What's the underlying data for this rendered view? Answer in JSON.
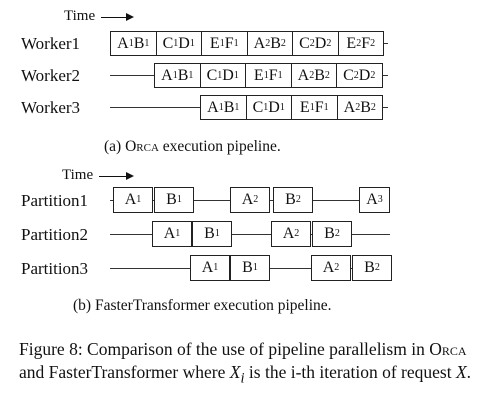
{
  "top": {
    "time_label": "Time",
    "workers": [
      {
        "label": "Worker1",
        "cells": [
          [
            "A",
            "1",
            "B",
            "1"
          ],
          [
            "C",
            "1",
            "D",
            "1"
          ],
          [
            "E",
            "1",
            "F",
            "1"
          ],
          [
            "A",
            "2",
            "B",
            "2"
          ],
          [
            "C",
            "2",
            "D",
            "2"
          ],
          [
            "E",
            "2",
            "F",
            "2"
          ]
        ]
      },
      {
        "label": "Worker2",
        "cells": [
          [
            "A",
            "1",
            "B",
            "1"
          ],
          [
            "C",
            "1",
            "D",
            "1"
          ],
          [
            "E",
            "1",
            "F",
            "1"
          ],
          [
            "A",
            "2",
            "B",
            "2"
          ],
          [
            "C",
            "2",
            "D",
            "2"
          ]
        ]
      },
      {
        "label": "Worker3",
        "cells": [
          [
            "A",
            "1",
            "B",
            "1"
          ],
          [
            "C",
            "1",
            "D",
            "1"
          ],
          [
            "E",
            "1",
            "F",
            "1"
          ],
          [
            "A",
            "2",
            "B",
            "2"
          ]
        ]
      }
    ],
    "caption_prefix": "(a) ",
    "caption_name": "Orca",
    "caption_suffix": " execution pipeline."
  },
  "bottom": {
    "time_label": "Time",
    "partitions": [
      {
        "label": "Partition1",
        "cells": [
          [
            "A",
            "1"
          ],
          [
            "B",
            "1"
          ],
          [
            "A",
            "2"
          ],
          [
            "B",
            "2"
          ],
          [
            "A",
            "3"
          ]
        ]
      },
      {
        "label": "Partition2",
        "cells": [
          [
            "A",
            "1"
          ],
          [
            "B",
            "1"
          ],
          [
            "A",
            "2"
          ],
          [
            "B",
            "2"
          ]
        ]
      },
      {
        "label": "Partition3",
        "cells": [
          [
            "A",
            "1"
          ],
          [
            "B",
            "1"
          ],
          [
            "A",
            "2"
          ],
          [
            "B",
            "2"
          ]
        ]
      }
    ],
    "caption": "(b) FasterTransformer execution pipeline."
  },
  "figure_caption": {
    "part1": "Figure 8: Comparison of the use of pipeline parallelism in ",
    "orca": "Orca",
    "part2": " and FasterTransformer where ",
    "var_x": "X",
    "var_i": "i",
    "part3": " is the i-th iteration of request ",
    "var_x2": "X",
    "part4": "."
  }
}
